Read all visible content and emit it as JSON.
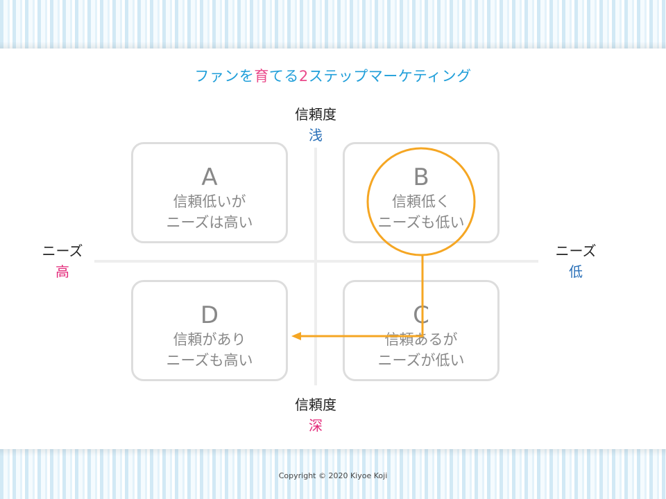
{
  "title": {
    "part1": "ファンを",
    "part2": "育",
    "part3": "てる",
    "part4": "2",
    "part5": "ステップマーケティング"
  },
  "axes": {
    "top": {
      "main": "信頼度",
      "sub": "浅"
    },
    "bottom": {
      "main": "信頼度",
      "sub": "深"
    },
    "left": {
      "main": "ニーズ",
      "sub": "高"
    },
    "right": {
      "main": "ニーズ",
      "sub": "低"
    }
  },
  "quadrants": {
    "a": {
      "letter": "A",
      "line1": "信頼低いが",
      "line2": "ニーズは高い"
    },
    "b": {
      "letter": "B",
      "line1": "信頼低く",
      "line2": "ニーズも低い"
    },
    "c": {
      "letter": "C",
      "line1": "信頼あるが",
      "line2": "ニーズが低い"
    },
    "d": {
      "letter": "D",
      "line1": "信頼があり",
      "line2": "ニーズも高い"
    }
  },
  "colors": {
    "accent_orange": "#f5a623",
    "title_blue": "#1f9ed9",
    "title_pink": "#ea4a8a",
    "low_label_blue": "#2a70b8",
    "high_label_pink": "#e3297a"
  },
  "copyright": "Copyright © 2020 Kiyoe Koji"
}
